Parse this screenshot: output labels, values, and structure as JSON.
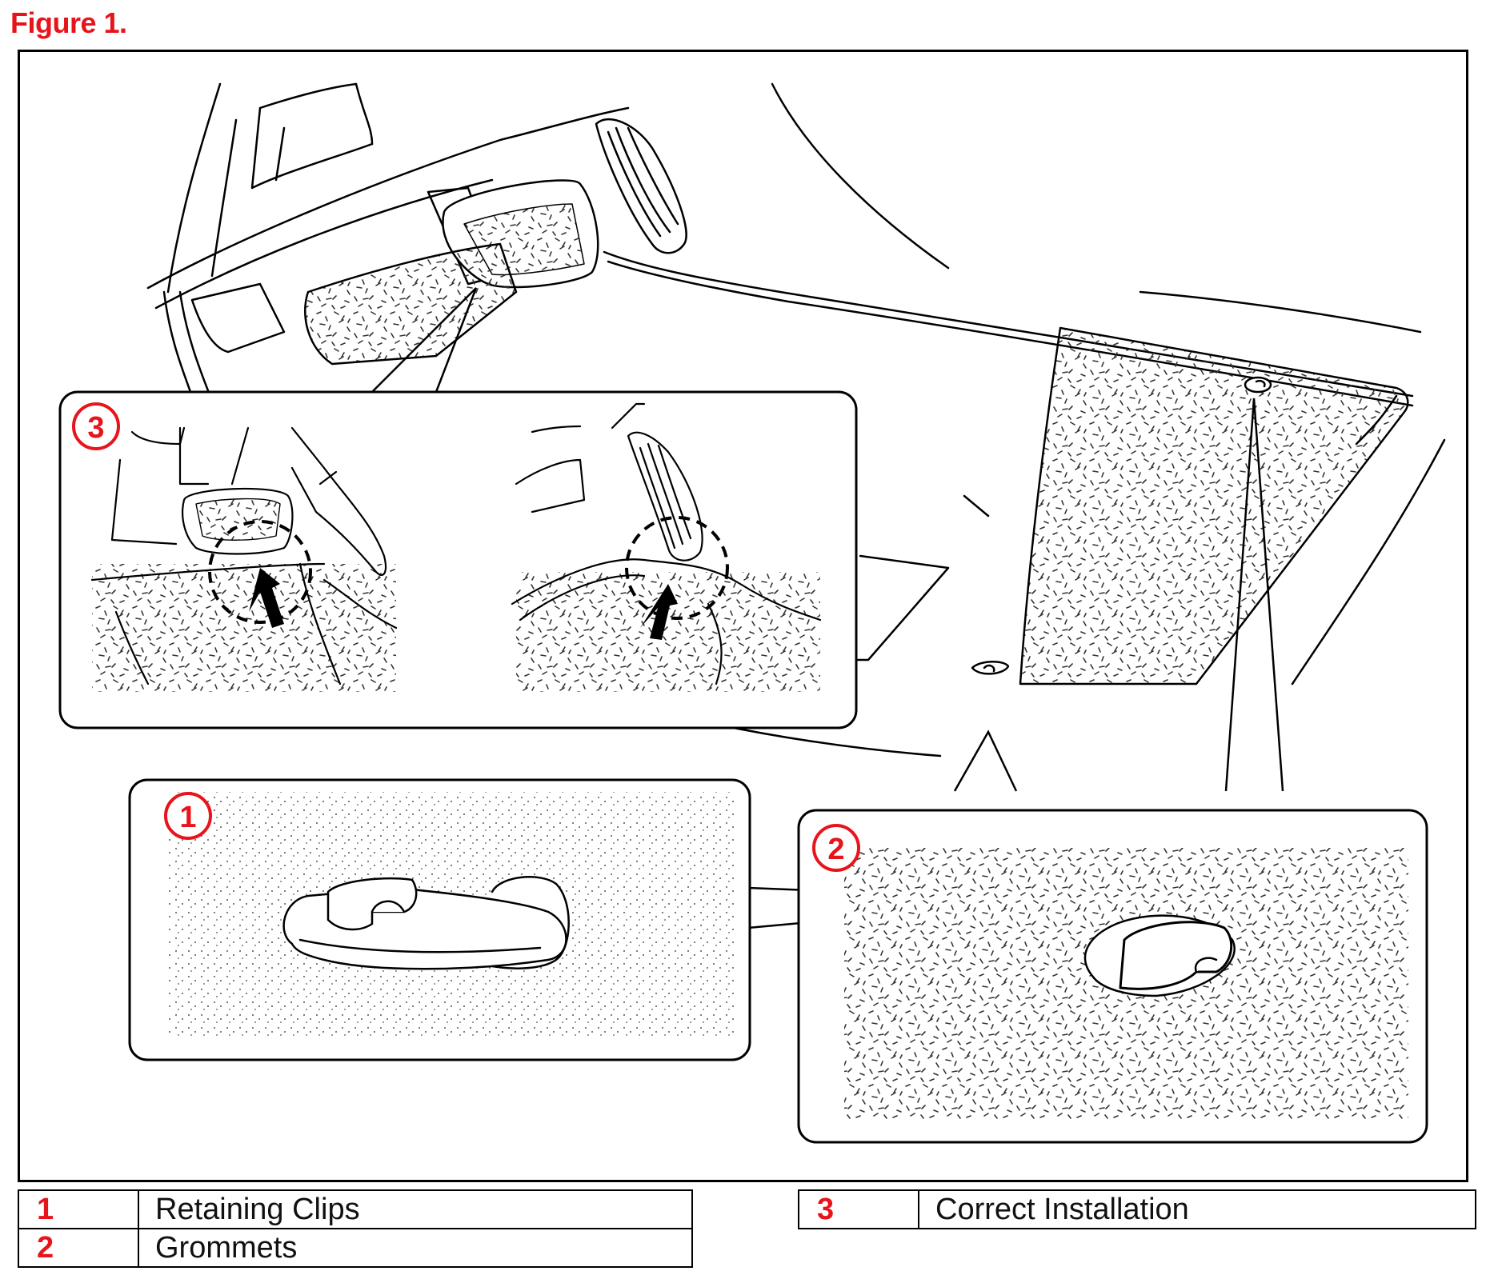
{
  "figure_title": "Figure 1.",
  "callouts": {
    "one": "1",
    "two": "2",
    "three": "3"
  },
  "legend": {
    "left": [
      {
        "num": "1",
        "label": "Retaining Clips"
      },
      {
        "num": "2",
        "label": "Grommets"
      }
    ],
    "right": [
      {
        "num": "3",
        "label": "Correct Installation"
      }
    ]
  },
  "colors": {
    "accent": "#e8141b",
    "line": "#000000",
    "background": "#ffffff"
  }
}
